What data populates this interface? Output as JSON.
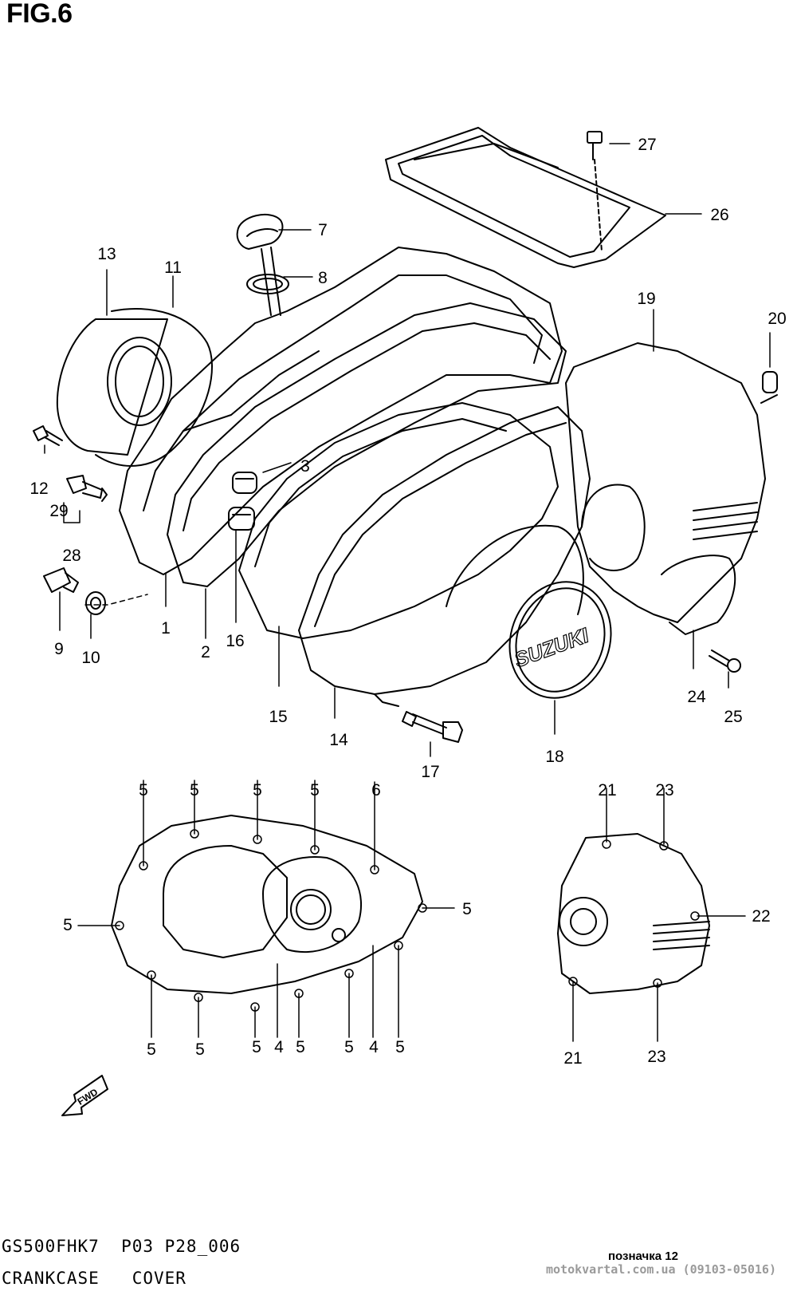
{
  "figure": {
    "title": "FIG.6"
  },
  "footer": {
    "model_code": "GS500FHK7  P03 P28_006",
    "part_name": "CRANKCASE   COVER",
    "mark": "позначка 12",
    "site": "motokvartal.com.ua (09103-05016)"
  },
  "badge": {
    "brand": "SUZUKI",
    "fwd": "FWD"
  },
  "callouts": {
    "c1": "1",
    "c2": "2",
    "c3": "3",
    "c7": "7",
    "c8": "8",
    "c9": "9",
    "c10": "10",
    "c11": "11",
    "c12": "12",
    "c13": "13",
    "c14": "14",
    "c15": "15",
    "c16": "16",
    "c17": "17",
    "c18": "18",
    "c19": "19",
    "c20": "20",
    "c24": "24",
    "c25": "25",
    "c26": "26",
    "c27": "27",
    "c28": "28",
    "c29": "29",
    "g5a": "5",
    "g5b": "5",
    "g5c": "5",
    "g5d": "5",
    "g6": "6",
    "g5e": "5",
    "g5f": "5",
    "g5g": "5",
    "g5h": "5",
    "g5i": "5",
    "g4a": "4",
    "g5j": "5",
    "g5k": "5",
    "g4b": "4",
    "g5l": "5",
    "r21a": "21",
    "r23a": "23",
    "r22": "22",
    "r21b": "21",
    "r23b": "23"
  }
}
